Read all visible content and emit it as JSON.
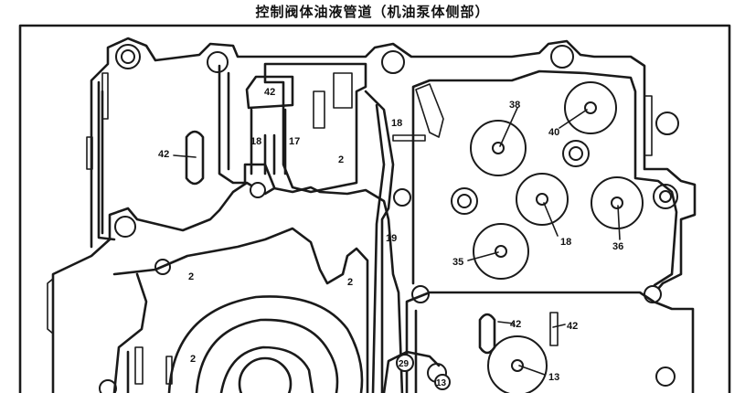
{
  "title": "控制阀体油液管道（机油泵体侧部）",
  "labels": {
    "l42a": "42",
    "l42b": "42",
    "l18a": "18",
    "l17": "17",
    "l2a": "2",
    "l18b": "18",
    "l38": "38",
    "l40": "40",
    "l18c": "18",
    "l36": "36",
    "l19": "19",
    "l35": "35",
    "l2b": "2",
    "l2c": "2",
    "l2d": "2",
    "l42c": "42",
    "l42d": "42",
    "l29": "29",
    "l13a": "13",
    "l13b": "13"
  }
}
